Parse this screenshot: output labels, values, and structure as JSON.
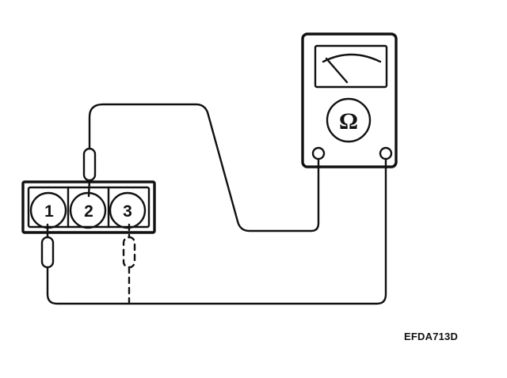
{
  "connector": {
    "pins": [
      "1",
      "2",
      "3"
    ]
  },
  "meter": {
    "symbol": "Ω"
  },
  "figure_code": "EFDA713D"
}
